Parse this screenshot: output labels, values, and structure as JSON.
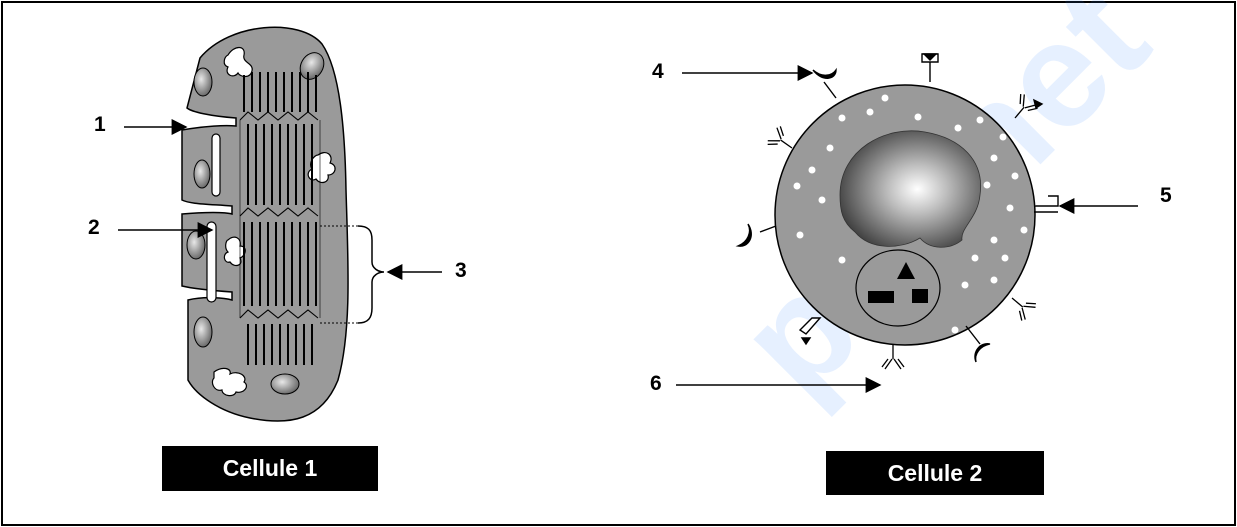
{
  "labels": {
    "n1": "1",
    "n2": "2",
    "n3": "3",
    "n4": "4",
    "n5": "5",
    "n6": "6"
  },
  "captions": {
    "cell1": "Cellule 1",
    "cell2": "Cellule 2"
  },
  "watermark": "pdf.net",
  "colors": {
    "cell_fill": "#9a9a9a",
    "caption_bg": "#000000",
    "caption_text": "#ffffff",
    "watermark": "#3d8cff"
  }
}
